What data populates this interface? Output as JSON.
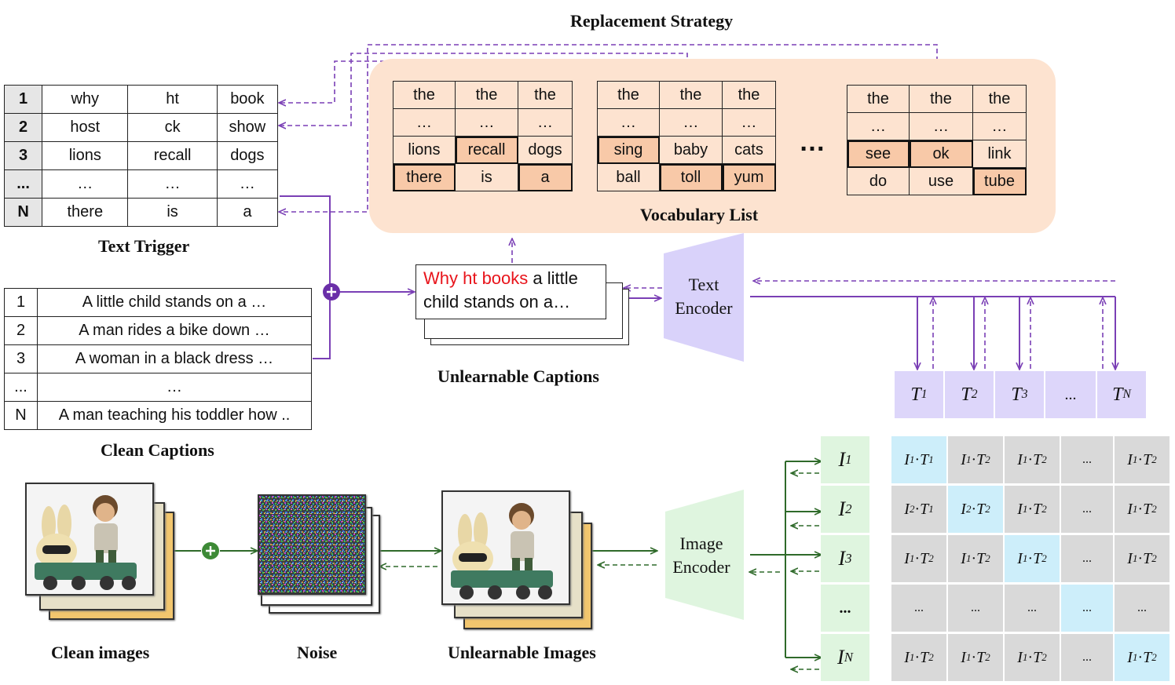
{
  "titles": {
    "replacement_strategy": "Replacement Strategy",
    "vocabulary_list": "Vocabulary List",
    "text_trigger": "Text Trigger",
    "clean_captions": "Clean Captions",
    "unlearnable_captions": "Unlearnable Captions",
    "clean_images": "Clean images",
    "noise": "Noise",
    "unlearnable_images": "Unlearnable Images"
  },
  "text_trigger": {
    "rows": [
      {
        "idx": "1",
        "c1": "why",
        "c2": "ht",
        "c3": "book"
      },
      {
        "idx": "2",
        "c1": "host",
        "c2": "ck",
        "c3": "show"
      },
      {
        "idx": "3",
        "c1": "lions",
        "c2": "recall",
        "c3": "dogs"
      },
      {
        "idx": "...",
        "c1": "…",
        "c2": "…",
        "c3": "…"
      },
      {
        "idx": "N",
        "c1": "there",
        "c2": "is",
        "c3": "a"
      }
    ]
  },
  "clean_captions": {
    "rows": [
      {
        "idx": "1",
        "text": "A little child stands on a …"
      },
      {
        "idx": "2",
        "text": "A man rides a bike down …"
      },
      {
        "idx": "3",
        "text": "A woman in a black dress …"
      },
      {
        "idx": "...",
        "text": "…"
      },
      {
        "idx": "N",
        "text": "A man teaching his toddler how .."
      }
    ]
  },
  "vocab_tables": [
    {
      "rows": [
        [
          "the",
          "the",
          "the"
        ],
        [
          "…",
          "…",
          "…"
        ],
        [
          "lions",
          "recall",
          "dogs"
        ],
        [
          "there",
          "is",
          "a"
        ]
      ]
    },
    {
      "rows": [
        [
          "the",
          "the",
          "the"
        ],
        [
          "…",
          "…",
          "…"
        ],
        [
          "sing",
          "baby",
          "cats"
        ],
        [
          "ball",
          "toll",
          "yum"
        ]
      ]
    },
    {
      "rows": [
        [
          "the",
          "the",
          "the"
        ],
        [
          "…",
          "…",
          "…"
        ],
        [
          "see",
          "ok",
          "link"
        ],
        [
          "do",
          "use",
          "tube"
        ]
      ]
    }
  ],
  "vocab_ellipsis": "…",
  "unlearnable_caption": {
    "trigger": "Why ht books",
    "rest_line1": " a little",
    "line2": "child stands on a…",
    "trigger_color": "#e8141b"
  },
  "text_encoder": {
    "line1": "Text",
    "line2": "Encoder"
  },
  "image_encoder": {
    "line1": "Image",
    "line2": "Encoder"
  },
  "text_features": [
    {
      "base": "T",
      "sub": "1"
    },
    {
      "base": "T",
      "sub": "2"
    },
    {
      "base": "T",
      "sub": "3"
    },
    {
      "base": "...",
      "sub": ""
    },
    {
      "base": "T",
      "sub": "N"
    }
  ],
  "image_features": [
    {
      "base": "I",
      "sub": "1"
    },
    {
      "base": "I",
      "sub": "2"
    },
    {
      "base": "I",
      "sub": "3"
    },
    {
      "base": "...",
      "sub": ""
    },
    {
      "base": "I",
      "sub": "N"
    }
  ],
  "similarity_matrix": {
    "rows": [
      [
        [
          "I",
          "1",
          "T",
          "1"
        ],
        [
          "I",
          "1",
          "T",
          "2"
        ],
        [
          "I",
          "1",
          "T",
          "2"
        ],
        [
          "...",
          "",
          "",
          ""
        ],
        [
          "I",
          "1",
          "T",
          "2"
        ]
      ],
      [
        [
          "I",
          "2",
          "T",
          "1"
        ],
        [
          "I",
          "2",
          "T",
          "2"
        ],
        [
          "I",
          "1",
          "T",
          "2"
        ],
        [
          "...",
          "",
          "",
          ""
        ],
        [
          "I",
          "1",
          "T",
          "2"
        ]
      ],
      [
        [
          "I",
          "1",
          "T",
          "2"
        ],
        [
          "I",
          "1",
          "T",
          "2"
        ],
        [
          "I",
          "1",
          "T",
          "2"
        ],
        [
          "...",
          "",
          "",
          ""
        ],
        [
          "I",
          "1",
          "T",
          "2"
        ]
      ],
      [
        [
          "...",
          "",
          "",
          ""
        ],
        [
          "...",
          "",
          "",
          ""
        ],
        [
          "...",
          "",
          "",
          ""
        ],
        [
          "...",
          "",
          "",
          ""
        ],
        [
          "...",
          "",
          "",
          ""
        ]
      ],
      [
        [
          "I",
          "1",
          "T",
          "2"
        ],
        [
          "I",
          "1",
          "T",
          "2"
        ],
        [
          "I",
          "1",
          "T",
          "2"
        ],
        [
          "...",
          "",
          "",
          ""
        ],
        [
          "I",
          "1",
          "T",
          "2"
        ]
      ]
    ],
    "diagonal_color": "#cdeefa",
    "cell_color": "#d9d9d9"
  },
  "colors": {
    "purple_arrow": "#7a3fb5",
    "green_arrow": "#2f6a2a",
    "vocab_panel": "#fde3d0",
    "highlight": "#f8c9a8",
    "text_encoder_fill": "#d9d2fa",
    "image_encoder_fill": "#dff5df"
  }
}
